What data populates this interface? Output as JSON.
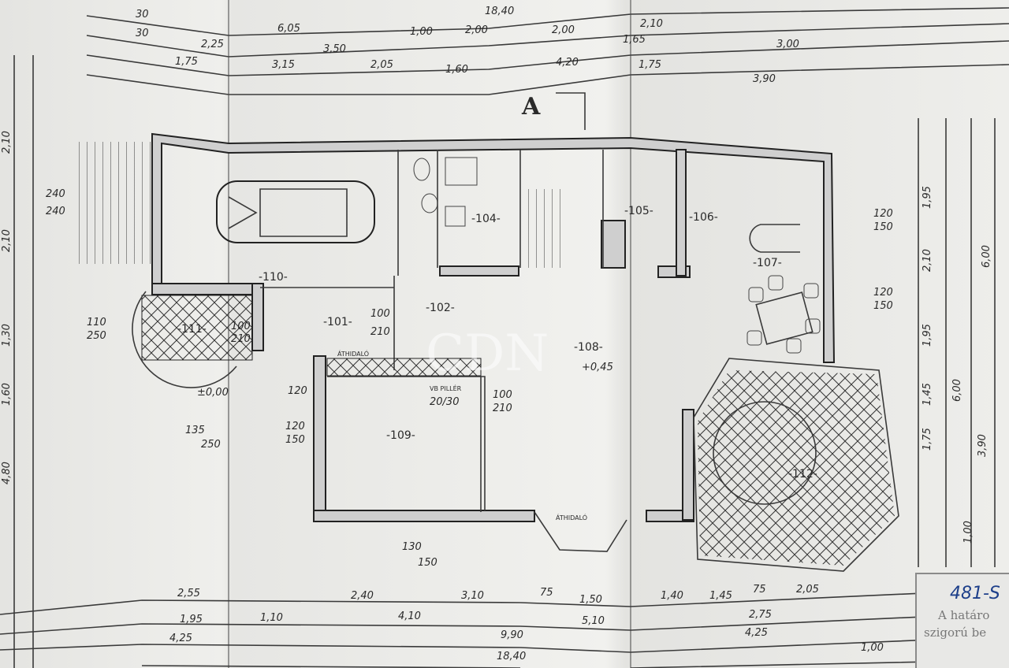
{
  "section_marker": "A",
  "watermark": "CDN",
  "rooms": {
    "r101": "-101-",
    "r102": "-102-",
    "r104": "-104-",
    "r105": "-105-",
    "r106": "-106-",
    "r107": "-107-",
    "r108": "-108-",
    "r109": "-109-",
    "r110": "-110-",
    "r111": "-111-",
    "r112": "-112-"
  },
  "notes": {
    "lintel_1": "ÁTHIDALÓ",
    "lintel_2": "ÁTHIDALÓ",
    "pillar": "VB PILLÉR",
    "pillar_size": "20/30",
    "level_108": "+0,45",
    "level_entry": "±0,00"
  },
  "openings": {
    "d101_w": "100",
    "d101_h": "210",
    "d111_w": "100",
    "d111_h": "210",
    "d109_w": "100",
    "d109_h": "210",
    "w109_w": "120",
    "w109_h": "150",
    "w107a_w": "120",
    "w107a_h": "150",
    "w107b_w": "120",
    "w107b_h": "150",
    "w111_w": "110",
    "w111_h": "250",
    "stair_w": "240",
    "stair_h": "240",
    "entry_w": "135",
    "entry_h": "250",
    "w110_h": "120",
    "south_w": "130",
    "south_h": "150"
  },
  "dimensions_top": {
    "total": "18,40",
    "d605": "6,05",
    "d350": "3,50",
    "d315": "3,15",
    "d225": "2,25",
    "d175a": "1,75",
    "d205": "2,05",
    "d160": "1,60",
    "d420": "4,20",
    "d200a": "2,00",
    "d200b": "2,00",
    "d100": "1,00",
    "d165": "1,65",
    "d300": "3,00",
    "d390": "3,90",
    "d175b": "1,75",
    "d210": "2,10",
    "d30a": "30",
    "d30b": "30"
  },
  "dimensions_bottom": {
    "d255": "2,55",
    "d240": "2,40",
    "d310": "3,10",
    "d150": "1,50",
    "d140": "1,40",
    "d145": "1,45",
    "d205": "2,05",
    "d195": "1,95",
    "d110": "1,10",
    "d410": "4,10",
    "d510": "5,10",
    "d275": "2,75",
    "d425a": "4,25",
    "d425b": "4,25",
    "d990": "9,90",
    "total": "18,40",
    "d100": "1,00",
    "d75a": "75",
    "d75b": "75"
  },
  "dimensions_left": {
    "d210a": "2,10",
    "d210b": "2,10",
    "d130": "1,30",
    "d160": "1,60",
    "d480": "4,80"
  },
  "dimensions_right": {
    "d195a": "1,95",
    "d210": "2,10",
    "d195b": "1,95",
    "d145": "1,45",
    "d175": "1,75",
    "d600a": "6,00",
    "d600b": "6,00",
    "d390": "3,90",
    "d100": "1,00"
  },
  "stamp": {
    "number": "481-S",
    "line1": "A határo",
    "line2": "szigorú be"
  },
  "colors": {
    "paper": "#ecece9",
    "ink": "#2a2a2a",
    "stamp_ink": "#1d3f8a"
  }
}
